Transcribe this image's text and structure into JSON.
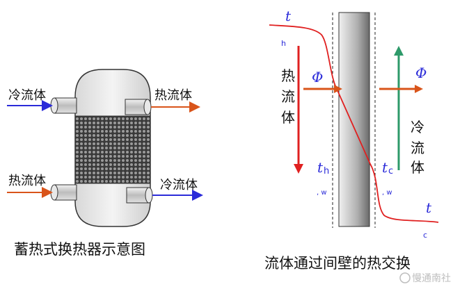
{
  "left_diagram": {
    "cold_in_label": "冷流体",
    "hot_out_label": "热流体",
    "hot_in_label": "热流体",
    "cold_out_label": "冷流体",
    "caption": "蓄热式换热器示意图"
  },
  "right_diagram": {
    "t_hot_symbol": "t",
    "t_hot_sub": "h",
    "hot_fluid_label": [
      "热",
      "流",
      "体"
    ],
    "phi_left": "Φ",
    "phi_right": "Φ",
    "cold_fluid_label": [
      "冷",
      "流",
      "体"
    ],
    "t_hw_symbol": "t",
    "t_hw_sub": "h",
    "t_hw_sub2": ", w",
    "t_cw_symbol": "t",
    "t_cw_sub": "c",
    "t_cw_sub2": ", w",
    "t_cold_symbol": "t",
    "t_cold_sub": "c",
    "caption": "流体通过间壁的热交换"
  },
  "watermark": "慢通南社",
  "colors": {
    "cold": "#2b2bd9",
    "hot": "#d9541a",
    "red": "#e02020",
    "green": "#2e9a6a",
    "temp_text": "#2b2bd9"
  }
}
